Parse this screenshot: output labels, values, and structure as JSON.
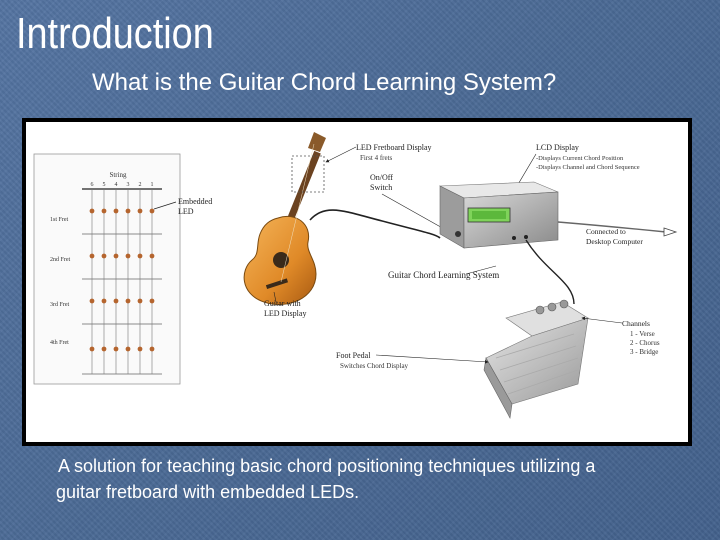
{
  "slide": {
    "title": "Introduction",
    "subtitle": "What is the Guitar Chord Learning System?",
    "caption_line1": "A solution for teaching basic chord positioning techniques utilizing a",
    "caption_line2": "guitar fretboard with embedded LEDs."
  },
  "diagram": {
    "strings_label": "String",
    "string_numbers": [
      "6",
      "5",
      "4",
      "3",
      "2",
      "1"
    ],
    "fret_labels": [
      "1st Fret",
      "2nd Fret",
      "3rd Fret",
      "4th Fret"
    ],
    "embedded_led_line1": "Embedded",
    "embedded_led_line2": "LED",
    "led_fretboard_display_line1": "LED Fretboard Display",
    "led_fretboard_display_line2": "First 4 frets",
    "onoff_line1": "On/Off",
    "onoff_line2": "Switch",
    "lcd_display_line1": "LCD Display",
    "lcd_display_line2": "-Displays Current Chord Position",
    "lcd_display_line3": "-Displays Channel and Chord Sequence",
    "connected_line1": "Connected to",
    "connected_line2": "Desktop Computer",
    "system_label": "Guitar Chord Learning System",
    "guitar_label_line1": "Guitar with",
    "guitar_label_line2": "LED Display",
    "foot_pedal_line1": "Foot Pedal",
    "foot_pedal_line2": "Switches Chord Display",
    "channels_line1": "Channels",
    "channels_line2": "1 - Verse",
    "channels_line3": "2 - Chorus",
    "channels_line4": "3 - Bridge"
  }
}
